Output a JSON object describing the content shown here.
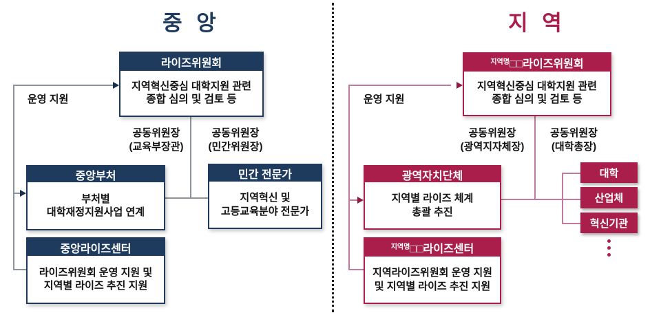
{
  "colors": {
    "navy": "#1E3A5C",
    "crimson": "#A91E4A",
    "left_line": "#8B949C",
    "right_line": "#C07A9B",
    "divider": "#1C1C1C"
  },
  "central": {
    "title": "중 앙",
    "operation_support_label": "운영 지원",
    "committee": {
      "header": "라이즈위원회",
      "body_line1": "지역혁신중심 대학지원 관련",
      "body_line2": "종합 심의 및 검토 등"
    },
    "cochair_left": {
      "line1": "공동위원장",
      "line2": "(교육부장관)"
    },
    "cochair_right": {
      "line1": "공동위원장",
      "line2": "(민간위원장)"
    },
    "ministries": {
      "header": "중앙부처",
      "body_line1": "부처별",
      "body_line2": "대학재정지원사업 연계"
    },
    "experts": {
      "header": "민간 전문가",
      "body_line1": "지역혁신 및",
      "body_line2": "고등교육분야 전문가"
    },
    "center": {
      "header": "중앙라이즈센터",
      "body_line1": "라이즈위원회 운영 지원 및",
      "body_line2": "지역별 라이즈 추진 지원"
    }
  },
  "regional": {
    "title": "지 역",
    "operation_support_label": "운영 지원",
    "committee": {
      "header_prefix": "지역명",
      "header_main": "□□라이즈위원회",
      "body_line1": "지역혁신중심 대학지원 관련",
      "body_line2": "종합 심의 및 검토 등"
    },
    "cochair_left": {
      "line1": "공동위원장",
      "line2": "(광역지자체장)"
    },
    "cochair_right": {
      "line1": "공동위원장",
      "line2": "(대학총장)"
    },
    "government": {
      "header": "광역자치단체",
      "body_line1": "지역별 라이즈 체계",
      "body_line2": "총괄 추진"
    },
    "center": {
      "header_prefix": "지역명",
      "header_main": "□□라이즈센터",
      "body_line1": "지역라이즈위원회 운영 지원",
      "body_line2": "및 지역별 라이즈 추진 지원"
    },
    "partners": [
      {
        "label": "대학"
      },
      {
        "label": "산업체"
      },
      {
        "label": "혁신기관"
      }
    ]
  }
}
